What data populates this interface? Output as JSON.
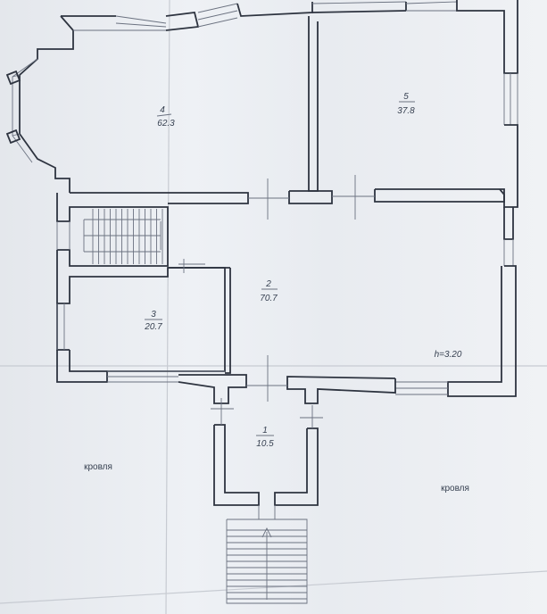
{
  "rooms": [
    {
      "number": "4",
      "area": "62.3"
    },
    {
      "number": "5",
      "area": "37.8"
    },
    {
      "number": "2",
      "area": "70.7"
    },
    {
      "number": "3",
      "area": "20.7"
    },
    {
      "number": "1",
      "area": "10.5"
    }
  ],
  "height_label": "h=3.20",
  "roof_left": "кровля",
  "roof_right": "кровля"
}
